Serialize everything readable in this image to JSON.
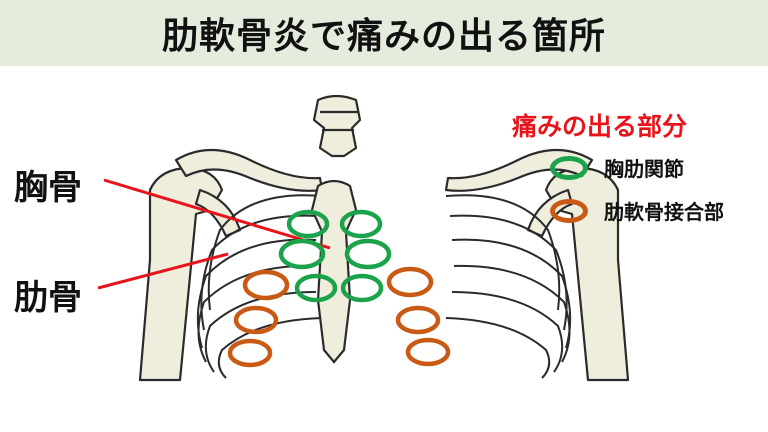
{
  "title": "肋軟骨炎で痛みの出る箇所",
  "labels": {
    "sternum": "胸骨",
    "rib": "肋骨"
  },
  "legend": {
    "title": "痛みの出る部分",
    "items": [
      {
        "text": "胸肋関節",
        "color": "#1aa34a"
      },
      {
        "text": "肋軟骨接合部",
        "color": "#c85a15"
      }
    ]
  },
  "colors": {
    "title_bg": "#e4ecdd",
    "bone_fill": "#efeedd",
    "bone_stroke": "#2b2b2b",
    "pointer_line": "#e8141b",
    "legend_title": "#e8141b"
  }
}
